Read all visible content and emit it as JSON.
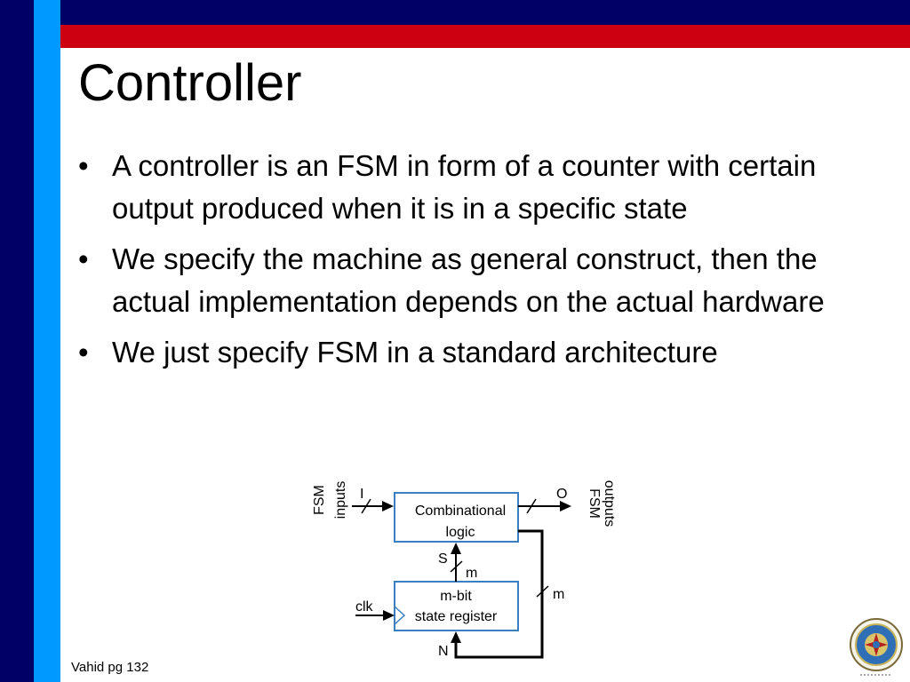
{
  "slide": {
    "title": "Controller",
    "bullets": [
      "A controller is an FSM in form of a counter with certain output produced when it is in a specific state",
      "We specify the machine as general construct, then the actual implementation depends on the actual hardware",
      "We just specify FSM in a standard architecture"
    ],
    "footer": "Vahid pg 132"
  },
  "diagram": {
    "combinational_label_1": "Combinational",
    "combinational_label_2": "logic",
    "register_label_1": "m-bit",
    "register_label_2": "state register",
    "inputs_label_1": "FSM",
    "inputs_label_2": "inputs",
    "outputs_label_1": "FSM",
    "outputs_label_2": "outputs",
    "input_bus": "I",
    "output_bus": "O",
    "state_bus": "S",
    "state_width": "m",
    "next_state_width": "m",
    "next_state_bus": "N",
    "clock": "clk"
  },
  "colors": {
    "navy": "#000066",
    "red": "#cc0011",
    "cyan": "#0099ff",
    "box_border": "#3a7fc1"
  },
  "icons": {
    "seal": "university-seal-icon"
  }
}
